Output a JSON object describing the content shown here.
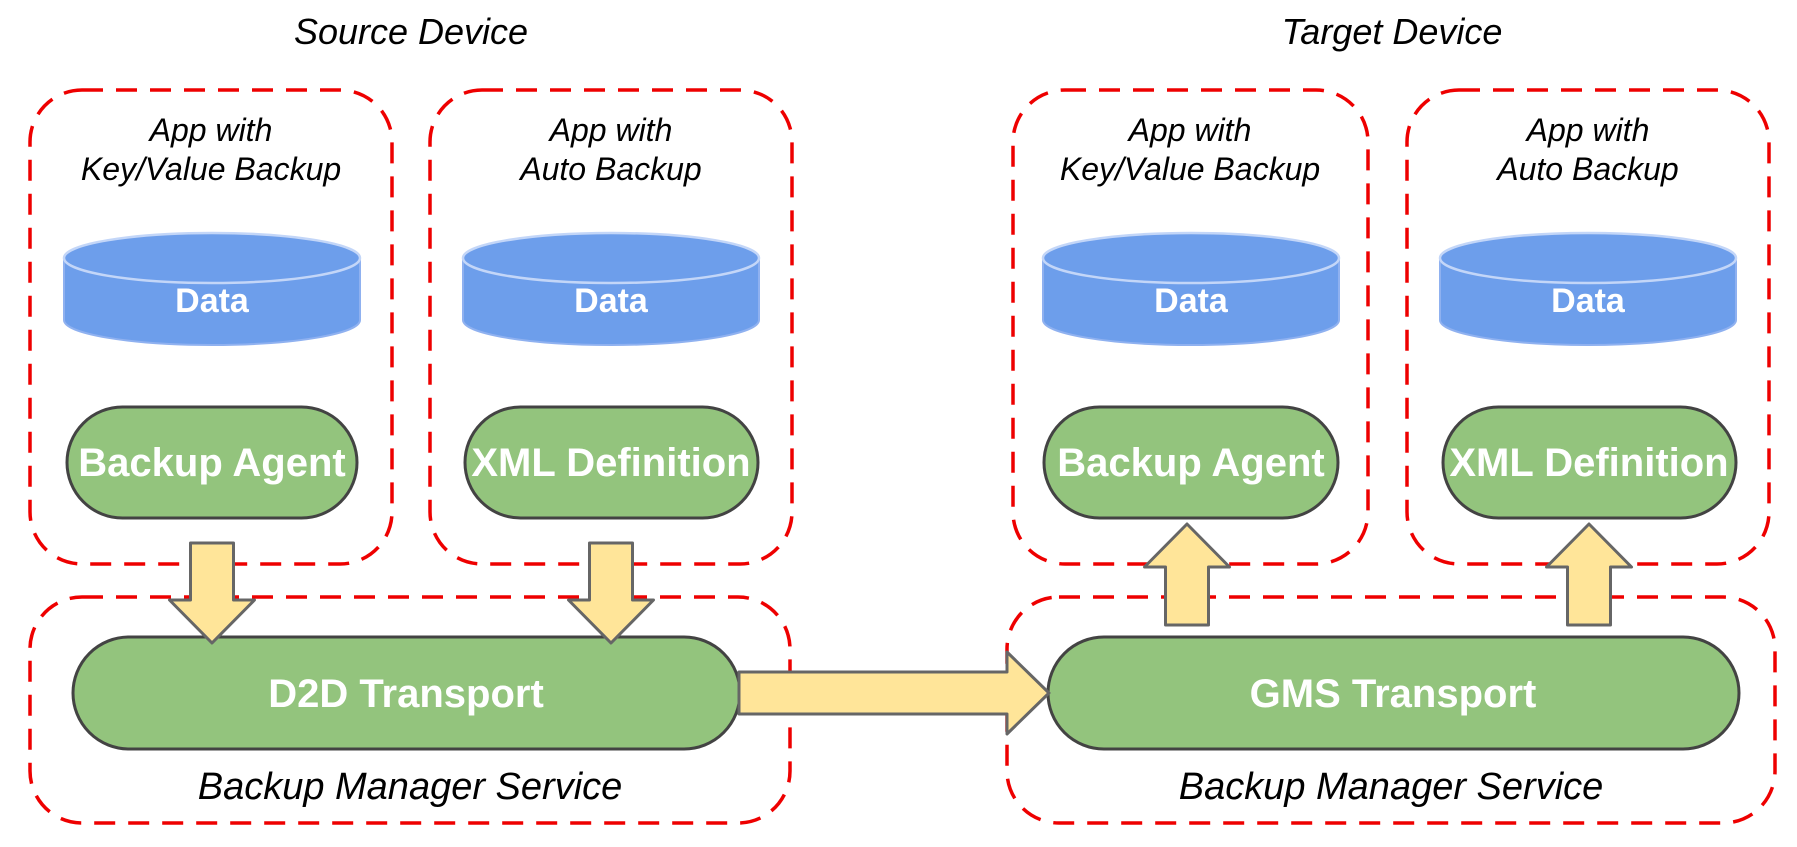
{
  "source": {
    "title": "Source Device",
    "apps": [
      {
        "line1": "App with",
        "line2": "Key/Value Backup",
        "data": "Data",
        "component": "Backup Agent"
      },
      {
        "line1": "App with",
        "line2": "Auto Backup",
        "data": "Data",
        "component": "XML Definition"
      }
    ],
    "manager": {
      "transport": "D2D Transport",
      "label": "Backup Manager Service"
    }
  },
  "target": {
    "title": "Target Device",
    "apps": [
      {
        "line1": "App with",
        "line2": "Key/Value Backup",
        "data": "Data",
        "component": "Backup Agent"
      },
      {
        "line1": "App with",
        "line2": "Auto Backup",
        "data": "Data",
        "component": "XML Definition"
      }
    ],
    "manager": {
      "transport": "GMS Transport",
      "label": "Backup Manager Service"
    }
  },
  "colors": {
    "red-dash": "#ee0000",
    "node-green": "#93c47d",
    "node-border": "#434343",
    "cyl-blue": "#6d9eeb",
    "arrow-yellow": "#ffe599",
    "arrow-border": "#666666",
    "label-black": "#000000",
    "label-white": "#ffffff"
  }
}
